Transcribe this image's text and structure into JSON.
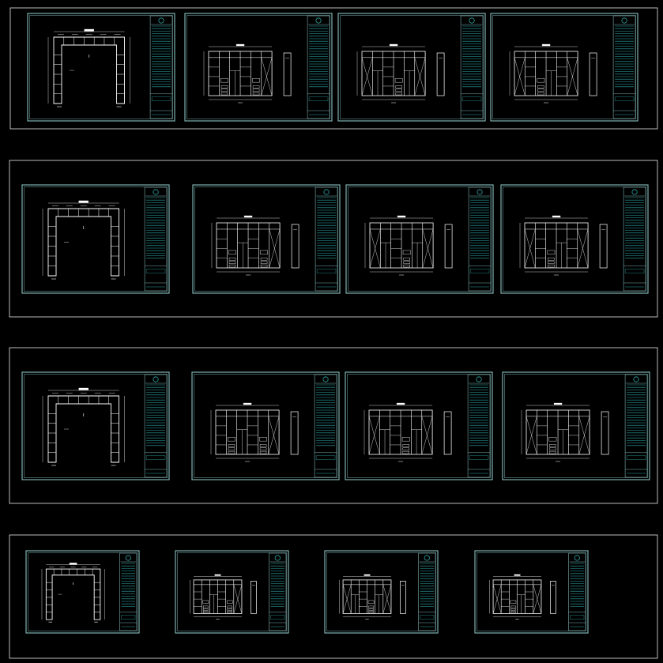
{
  "canvas": {
    "background": "#000000",
    "colors": {
      "line": "#ffffff",
      "accent": "#2fa7a7",
      "frame": "#7fb0b0"
    }
  },
  "rows": [
    {
      "name": "row-1",
      "sheets": [
        "plan",
        "elevation-a",
        "elevation-b",
        "elevation-c"
      ]
    },
    {
      "name": "row-2",
      "sheets": [
        "plan",
        "elevation-a",
        "elevation-b",
        "elevation-c"
      ]
    },
    {
      "name": "row-3",
      "sheets": [
        "plan",
        "elevation-a",
        "elevation-b",
        "elevation-c"
      ]
    },
    {
      "name": "row-4",
      "sheets": [
        "plan",
        "elevation-a",
        "elevation-b",
        "elevation-c"
      ]
    }
  ]
}
